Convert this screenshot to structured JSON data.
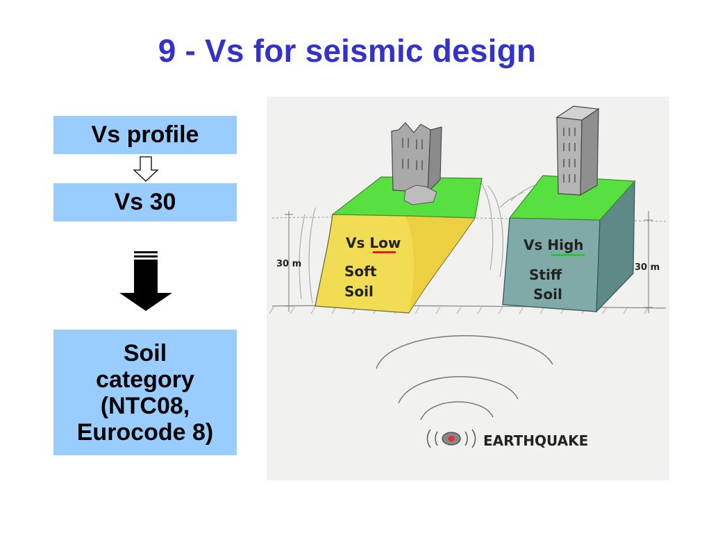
{
  "title": "9 - Vs for seismic design",
  "colors": {
    "title": "#3333cc",
    "box_fill": "#99ccff",
    "soft_soil": "#f2dc53",
    "stiff_soil": "#7faaa7",
    "grass": "#58e040",
    "low_underline": "#e02020",
    "high_underline": "#22cc22",
    "building": "#a9a9a9"
  },
  "flow": {
    "step1": "Vs profile",
    "step2": "Vs 30",
    "step3_lines": [
      "Soil",
      "category",
      "(NTC08,",
      "Eurocode 8)"
    ]
  },
  "illustration": {
    "left_block": {
      "line1_a": "Vs ",
      "line1_b": "Low",
      "line2": "Soft",
      "line3": "Soil"
    },
    "right_block": {
      "line1_a": "Vs ",
      "line1_b": "High",
      "line2": "Stiff",
      "line3": "Soil"
    },
    "depth_left": "30 m",
    "depth_right": "30 m",
    "epicenter_label": "EARTHQUAKE"
  }
}
